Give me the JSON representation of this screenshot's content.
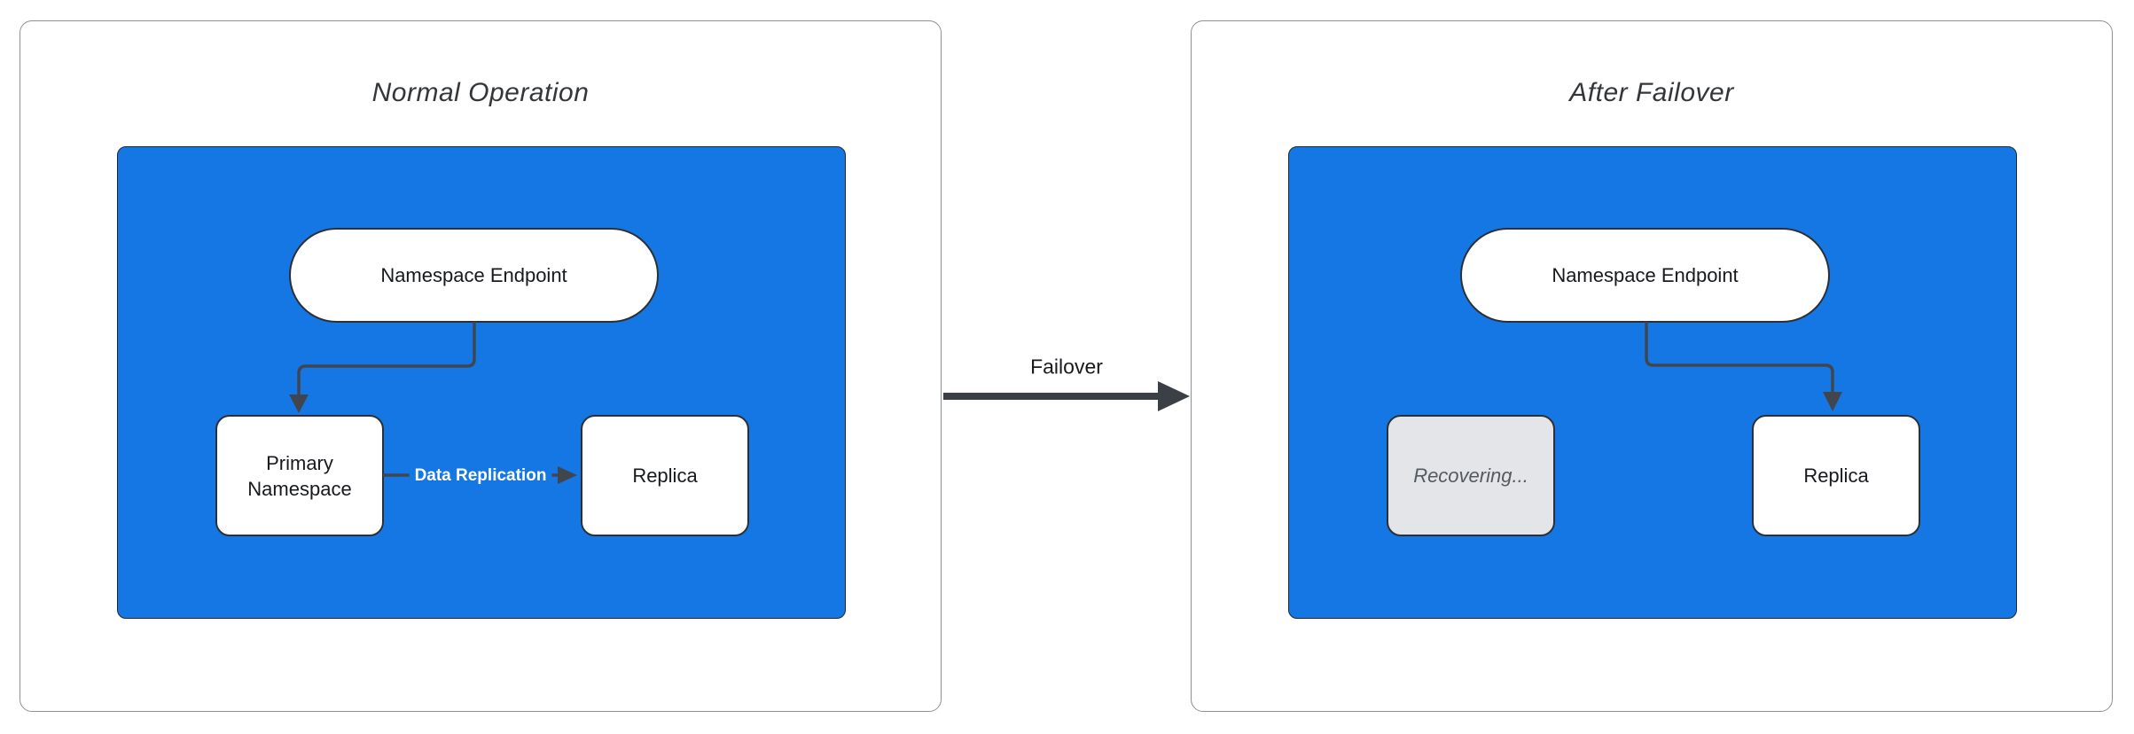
{
  "diagram": {
    "panels": [
      {
        "title": "Normal Operation",
        "endpoint_label": "Namespace Endpoint",
        "primary_label": "Primary Namespace",
        "replica_label": "Replica",
        "replication_edge_label": "Data Replication"
      },
      {
        "title": "After Failover",
        "endpoint_label": "Namespace Endpoint",
        "recovering_label": "Recovering...",
        "replica_label": "Replica"
      }
    ],
    "transition_label": "Failover"
  },
  "colors": {
    "container_fill": "#1477E4",
    "container_border": "#24282d",
    "node_border": "#2c3036",
    "node_fill": "#ffffff",
    "recovering_fill": "#e3e5e8",
    "recovering_text": "#545a62",
    "connector": "#41464e",
    "transition_arrow": "#3b4046",
    "panel_border": "#8d9095",
    "title_text": "#33363a",
    "node_text": "#17191c",
    "edge_label_text": "#ffffff"
  }
}
